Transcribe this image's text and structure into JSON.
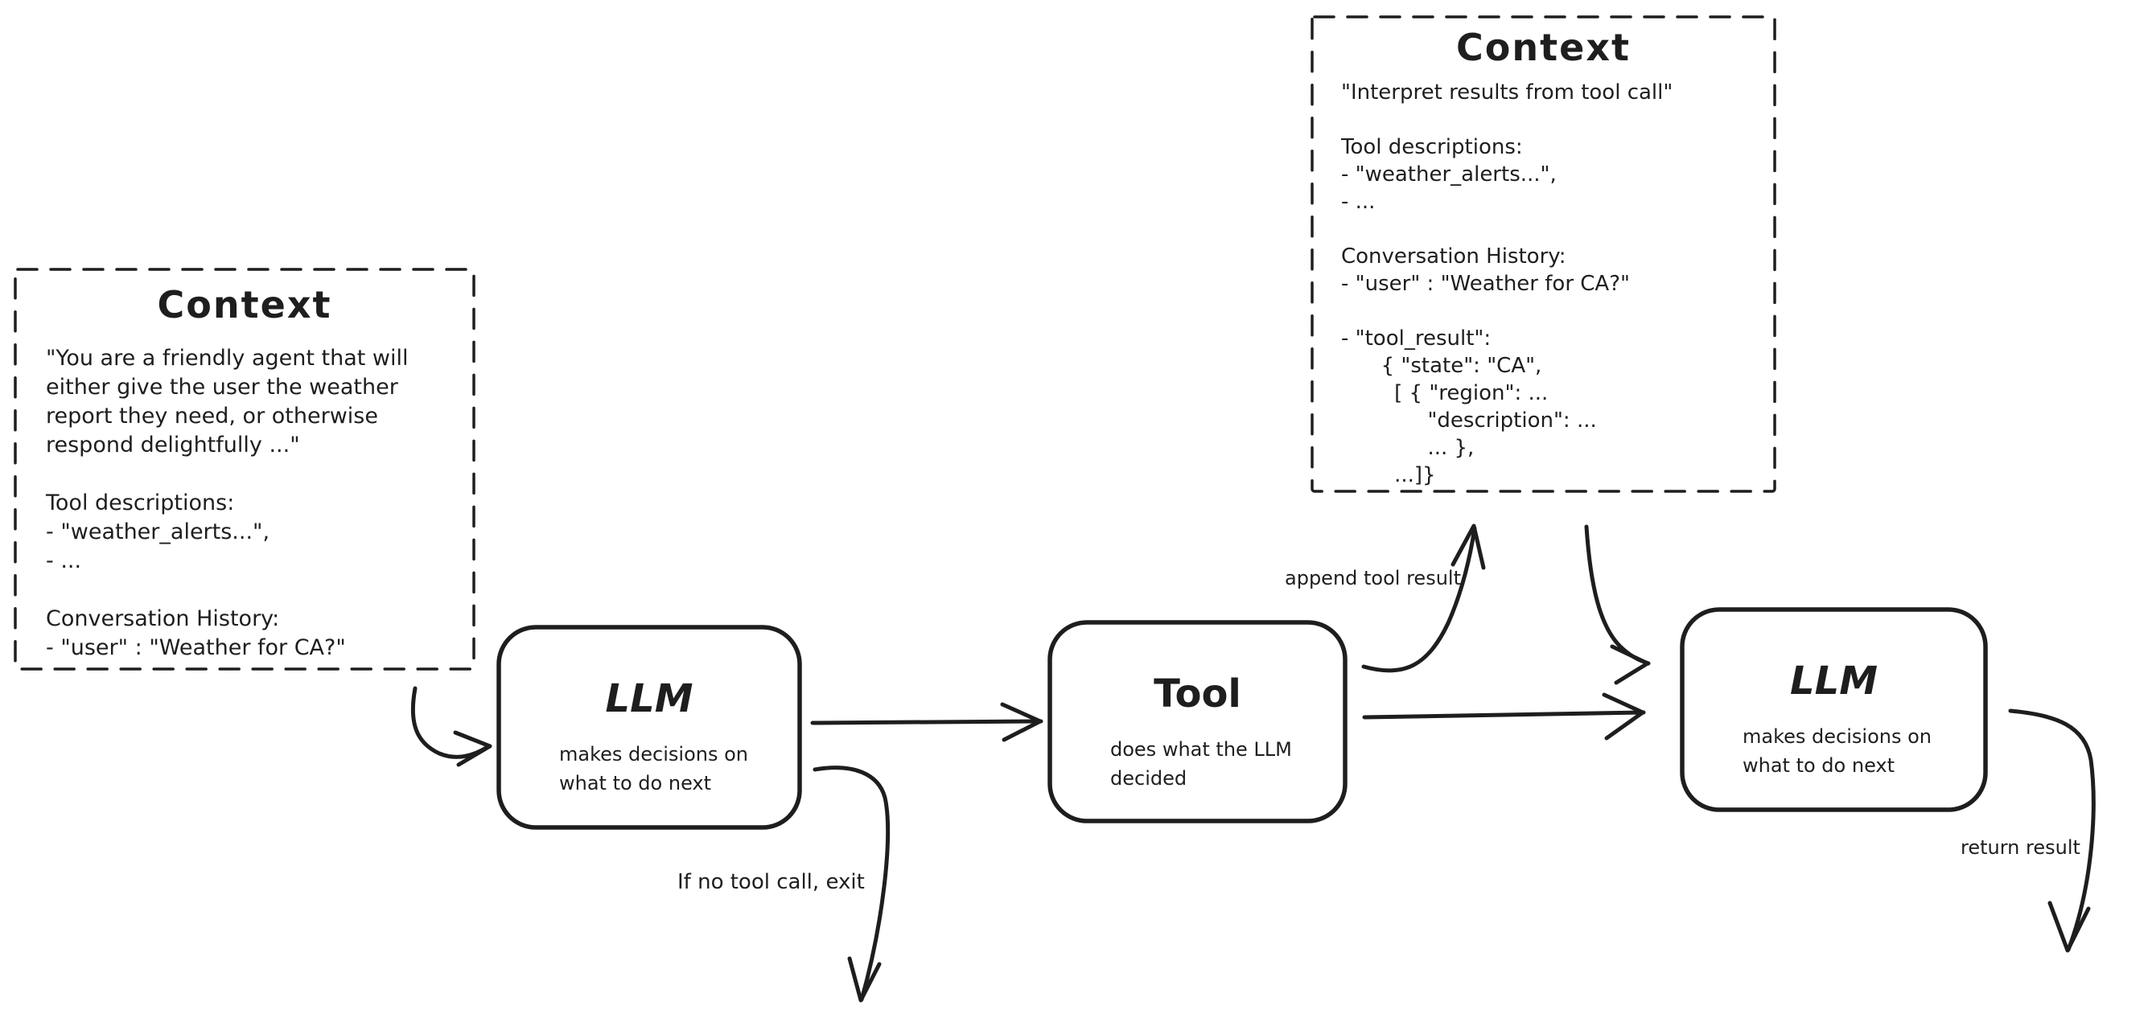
{
  "diagram": {
    "colors": {
      "stroke": "#1e1e1e",
      "background": "#ffffff"
    },
    "context_left": {
      "title": "Context",
      "body": [
        "\"You are a friendly agent that will",
        "either give the user the weather",
        "report they need, or otherwise",
        "respond delightfully ...\"",
        "",
        "Tool descriptions:",
        "- \"weather_alerts...\",",
        "- ...",
        "",
        "Conversation History:",
        "- \"user\" : \"Weather for CA?\""
      ]
    },
    "context_top": {
      "title": "Context",
      "body": [
        "\"Interpret results from tool call\"",
        "",
        "Tool descriptions:",
        "- \"weather_alerts...\",",
        "- ...",
        "",
        "Conversation History:",
        "- \"user\" : \"Weather for CA?\"",
        "",
        "- \"tool_result\":",
        "      { \"state\": \"CA\",",
        "        [ { \"region\": ...",
        "             \"description\": ...",
        "             ... },",
        "        ...]}"
      ]
    },
    "nodes": {
      "llm1": {
        "title": "LLM",
        "subtitle": "makes decisions on\nwhat to do next"
      },
      "tool": {
        "title": "Tool",
        "subtitle": "does what the LLM\ndecided"
      },
      "llm2": {
        "title": "LLM",
        "subtitle": "makes decisions on\nwhat to do next"
      }
    },
    "edge_labels": {
      "append_tool_result": "append tool result",
      "if_no_tool_call_exit": "If no tool call, exit",
      "return_result": "return result"
    }
  }
}
